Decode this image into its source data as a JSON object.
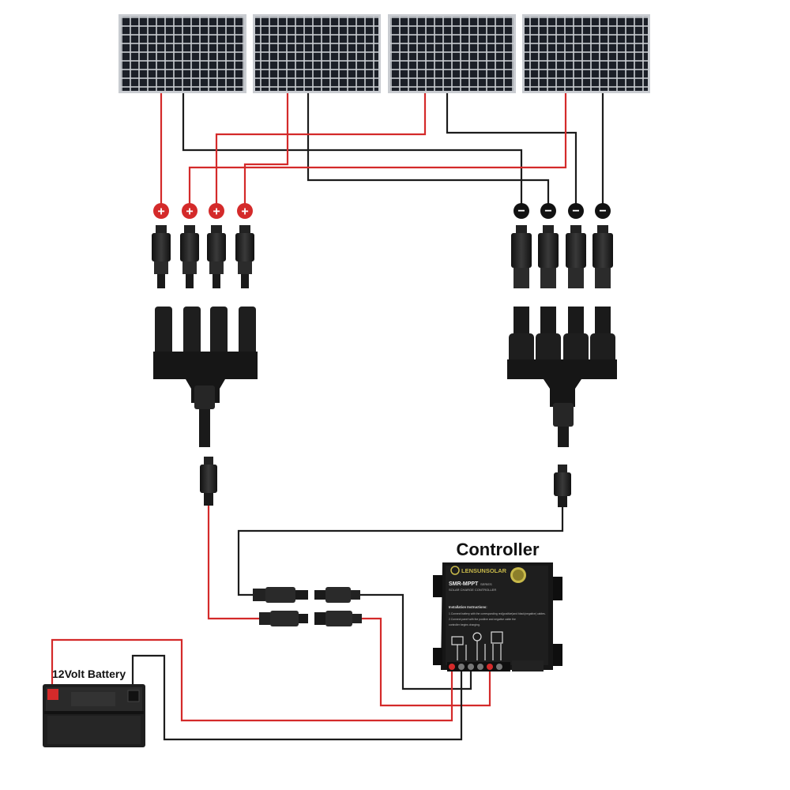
{
  "labels": {
    "controller": "Controller",
    "battery": "12Volt Battery"
  },
  "controller_panel": {
    "brand": "LENSUNSOLAR",
    "model": "SMR-MPPT",
    "model_suffix": "SERIES",
    "subtitle": "SOLAR CHARGE CONTROLLER",
    "instructions_title": "Installation Instructions:",
    "instructions": [
      "1.Connect battery with the corresponding red(positive)and black(negative) cables.",
      "2.Connect panel with the positive and negative cable the",
      "  controller begins charging."
    ]
  },
  "terminals": {
    "positive": "+",
    "negative": "−"
  },
  "colors": {
    "positive_wire": "#d42a2a",
    "negative_wire": "#1c1c1c",
    "panel_cell": "#1b1f27",
    "panel_frame": "#c9ccd1",
    "connector": "#2a2a2a",
    "controller_body": "#1a1a1a",
    "battery_body": "#1e1e1e",
    "badge_positive": "#d42a2a",
    "badge_negative": "#111111"
  },
  "icons": {
    "panel": "solar-panel-icon",
    "mc4": "mc4-connector-icon",
    "branch": "4-to-1-branch-connector-icon",
    "battery": "battery-icon",
    "controller": "charge-controller-icon"
  }
}
